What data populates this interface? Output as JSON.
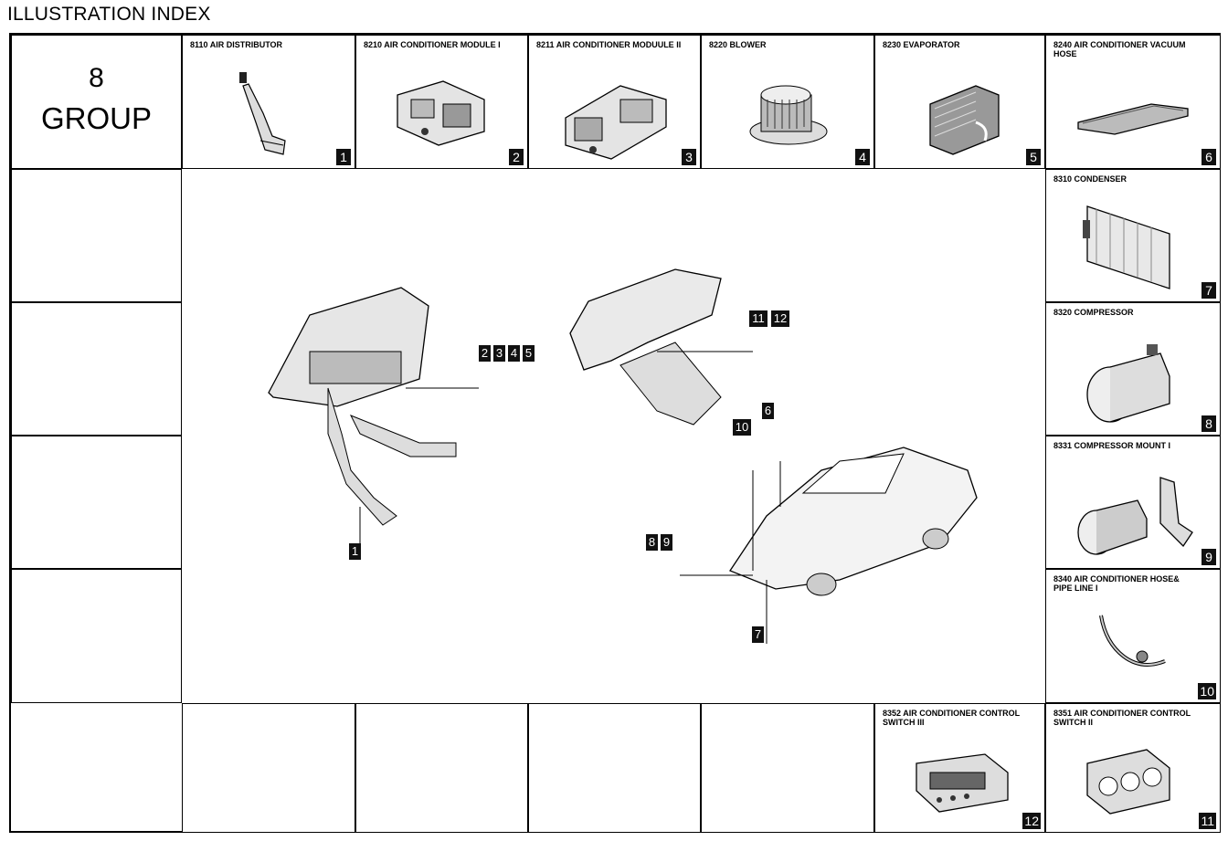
{
  "page_title": "ILLUSTRATION INDEX",
  "group": {
    "number": "8",
    "word": "GROUP"
  },
  "parts": [
    {
      "code_label": "8110 AIR DISTRIBUTOR",
      "index": "1",
      "icon": "air-distributor-icon"
    },
    {
      "code_label": "8210 AIR CONDITIONER MODULE I",
      "index": "2",
      "icon": "ac-module-icon"
    },
    {
      "code_label": "8211 AIR CONDITIONER MODUULE II",
      "index": "3",
      "icon": "ac-module-2-icon"
    },
    {
      "code_label": "8220 BLOWER",
      "index": "4",
      "icon": "blower-icon"
    },
    {
      "code_label": "8230 EVAPORATOR",
      "index": "5",
      "icon": "evaporator-icon"
    },
    {
      "code_label": "8240 AIR CONDITIONER VACUUM\n       HOSE",
      "index": "6",
      "icon": "vacuum-hose-icon"
    },
    {
      "code_label": "8310 CONDENSER",
      "index": "7",
      "icon": "condenser-icon"
    },
    {
      "code_label": "8320 COMPRESSOR",
      "index": "8",
      "icon": "compressor-icon"
    },
    {
      "code_label": "8331 COMPRESSOR MOUNT I",
      "index": "9",
      "icon": "compressor-mount-icon"
    },
    {
      "code_label": "8340 AIR CONDITIONER HOSE&\n       PIPE LINE I",
      "index": "10",
      "icon": "hose-pipe-icon"
    },
    {
      "code_label": "8352 AIR CONDITIONER CONTROL\n       SWITCH III",
      "index": "12",
      "icon": "control-switch-3-icon"
    },
    {
      "code_label": "8351 AIR CONDITIONER CONTROL\n       SWITCH II",
      "index": "11",
      "icon": "control-switch-2-icon"
    }
  ],
  "callouts": {
    "dash_group": [
      "2",
      "3",
      "4",
      "5"
    ],
    "distributor": "1",
    "console_group": [
      "11",
      "12"
    ],
    "car_top_left": "10",
    "car_top_right": "6",
    "car_side": [
      "8",
      "9"
    ],
    "car_bottom": "7"
  }
}
